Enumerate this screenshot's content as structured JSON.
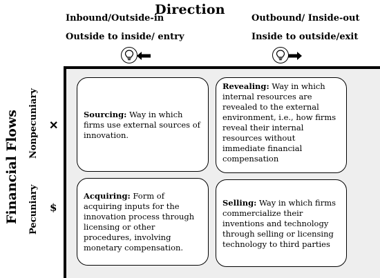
{
  "header": {
    "title": "Direction",
    "left_line1": "Inbound/Outside-in",
    "left_line2": "Outside to inside/ entry",
    "right_line1": "Outbound/ Inside-out",
    "right_line2": "Inside to outside/exit"
  },
  "axis": {
    "main_label": "Financial Flows",
    "row_top_label": "Nonpecuniary",
    "row_bottom_label": "Pecuniary",
    "row_top_symbol": "✕",
    "row_bottom_symbol": "$"
  },
  "icons": {
    "left": "lightbulb-left-arrow-icon",
    "right": "lightbulb-right-arrow-icon"
  },
  "quadrants": {
    "sourcing": {
      "term": "Sourcing:",
      "text": " Way in which firms use external sources of innovation."
    },
    "revealing": {
      "term": "Revealing:",
      "text": " Way in which internal resources are revealed to the external environment, i.e., how firms reveal their internal resources without immediate financial compensation"
    },
    "acquiring": {
      "term": "Acquiring:",
      "text": " Form of acquiring inputs for the innovation process through licensing or other procedures, involving monetary compensation."
    },
    "selling": {
      "term": "Selling:",
      "text": " Way in which firms commercialize their inventions and technology through selling or licensing technology to third parties"
    }
  }
}
